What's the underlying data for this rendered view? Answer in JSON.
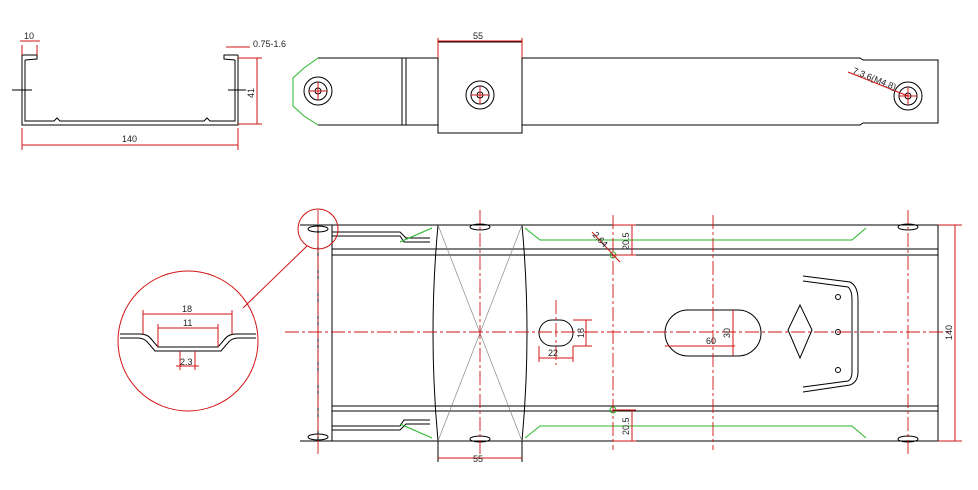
{
  "profile_view": {
    "dim_flange": "10",
    "dim_thickness": "0.75-1.6",
    "dim_height": "41",
    "dim_width": "140"
  },
  "side_view": {
    "dim_plate": "55",
    "dim_hole": "7.3.6(M4.8)"
  },
  "plan_view": {
    "dim_plate": "55",
    "dim_slot_w": "22",
    "dim_slot_h": "18",
    "dim_oval_w": "60",
    "dim_oval_h": "30",
    "dim_total_w": "140",
    "dim_edge_top": "20.5",
    "dim_edge_bottom": "20.5",
    "dim_hole_note": "2.64"
  },
  "detail_view": {
    "dim_outer": "18",
    "dim_inner": "11",
    "dim_depth": "2.3"
  },
  "colors": {
    "dimension": "#d21414",
    "outline": "#000000",
    "bend": "#27b427"
  }
}
